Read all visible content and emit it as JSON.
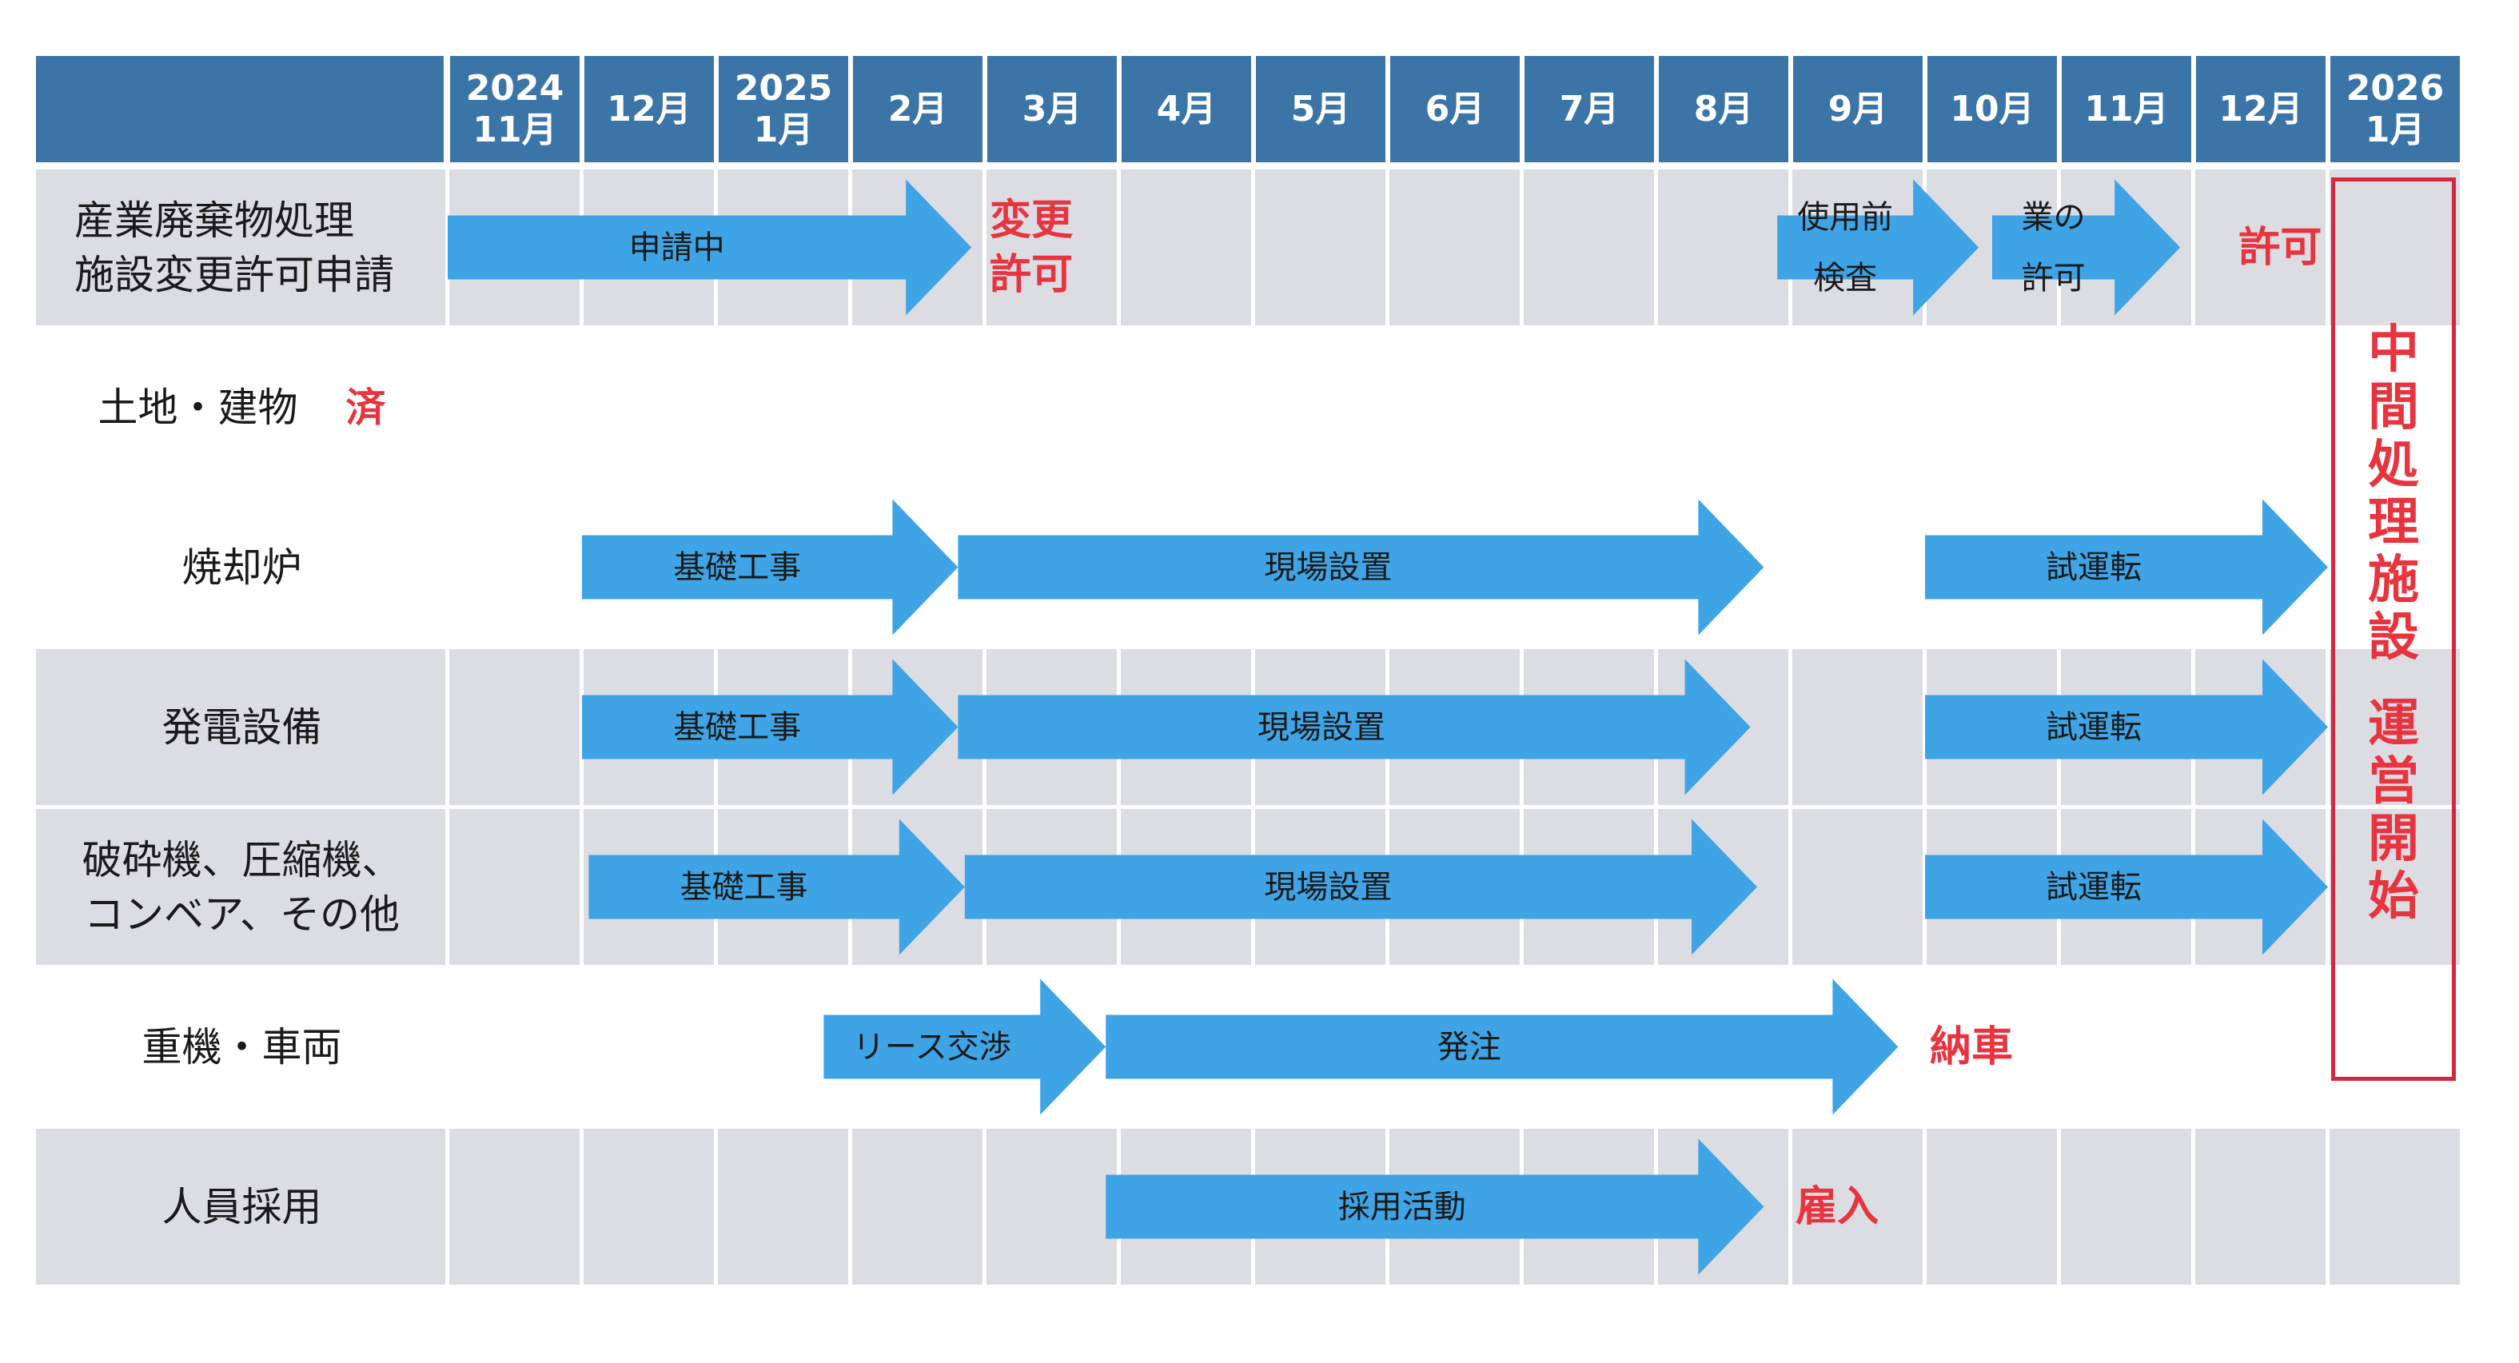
{
  "colors": {
    "header": "#3b75a8",
    "row_gray": "#dcdce3",
    "arrow": "#3ea4e5",
    "note_red": "#e8343e",
    "box_red": "#d7263d"
  },
  "header": {
    "months": [
      {
        "top": "2024",
        "bottom": "11月"
      },
      {
        "top": "",
        "bottom": "12月"
      },
      {
        "top": "2025",
        "bottom": "1月"
      },
      {
        "top": "",
        "bottom": "2月"
      },
      {
        "top": "",
        "bottom": "3月"
      },
      {
        "top": "",
        "bottom": "4月"
      },
      {
        "top": "",
        "bottom": "5月"
      },
      {
        "top": "",
        "bottom": "6月"
      },
      {
        "top": "",
        "bottom": "7月"
      },
      {
        "top": "",
        "bottom": "8月"
      },
      {
        "top": "",
        "bottom": "9月"
      },
      {
        "top": "",
        "bottom": "10月"
      },
      {
        "top": "",
        "bottom": "11月"
      },
      {
        "top": "",
        "bottom": "12月"
      },
      {
        "top": "2026",
        "bottom": "1月"
      }
    ]
  },
  "rows": [
    {
      "label_lines": [
        "産業廃棄物処理",
        "施設変更許可申請"
      ],
      "align": "left",
      "band": "gray",
      "done_mark": "",
      "tasks": [
        {
          "label_lines": [
            "申請中"
          ],
          "start": 0,
          "end": 3.9
        },
        {
          "label_lines": [
            "使用前",
            "検査"
          ],
          "start": 9.9,
          "end": 11.4
        },
        {
          "label_lines": [
            "業の",
            "許可"
          ],
          "start": 11.5,
          "end": 12.9
        }
      ],
      "notes": [
        {
          "lines": [
            "変更",
            "許可"
          ],
          "month": 4.0
        },
        {
          "lines": [
            "許可"
          ],
          "month": 13.3
        }
      ]
    },
    {
      "label_lines": [
        "土地・建物"
      ],
      "align": "center",
      "band": "white",
      "done_mark": "済",
      "tasks": [],
      "notes": []
    },
    {
      "label_lines": [
        "焼却炉"
      ],
      "align": "center",
      "band": "white",
      "done_mark": "",
      "tasks": [
        {
          "label_lines": [
            "基礎工事"
          ],
          "start": 1.0,
          "end": 3.8
        },
        {
          "label_lines": [
            "現場設置"
          ],
          "start": 3.8,
          "end": 9.8
        },
        {
          "label_lines": [
            "試運転"
          ],
          "start": 11.0,
          "end": 14.0
        }
      ],
      "notes": []
    },
    {
      "label_lines": [
        "発電設備"
      ],
      "align": "center",
      "band": "gray",
      "done_mark": "",
      "tasks": [
        {
          "label_lines": [
            "基礎工事"
          ],
          "start": 1.0,
          "end": 3.8
        },
        {
          "label_lines": [
            "現場設置"
          ],
          "start": 3.8,
          "end": 9.7
        },
        {
          "label_lines": [
            "試運転"
          ],
          "start": 11.0,
          "end": 14.0
        }
      ],
      "notes": []
    },
    {
      "label_lines": [
        "破砕機、圧縮機、",
        "コンベア、その他"
      ],
      "align": "center",
      "band": "gray",
      "done_mark": "",
      "tasks": [
        {
          "label_lines": [
            "基礎工事"
          ],
          "start": 1.05,
          "end": 3.85
        },
        {
          "label_lines": [
            "現場設置"
          ],
          "start": 3.85,
          "end": 9.75
        },
        {
          "label_lines": [
            "試運転"
          ],
          "start": 11.0,
          "end": 14.0
        }
      ],
      "notes": []
    },
    {
      "label_lines": [
        "重機・車両"
      ],
      "align": "center",
      "band": "white",
      "done_mark": "",
      "tasks": [
        {
          "label_lines": [
            "リース交渉"
          ],
          "start": 2.8,
          "end": 4.9
        },
        {
          "label_lines": [
            "発注"
          ],
          "start": 4.9,
          "end": 10.8
        }
      ],
      "notes": [
        {
          "lines": [
            "納車"
          ],
          "month": 11.0
        }
      ]
    },
    {
      "label_lines": [
        "人員採用"
      ],
      "align": "center",
      "band": "gray",
      "done_mark": "",
      "tasks": [
        {
          "label_lines": [
            "採用活動"
          ],
          "start": 4.9,
          "end": 9.8
        }
      ],
      "notes": [
        {
          "lines": [
            "雇入"
          ],
          "month": 10.0
        }
      ]
    }
  ],
  "operation_start": {
    "lines": [
      "中",
      "間",
      "処",
      "理",
      "施",
      "設",
      "",
      "運",
      "営",
      "開",
      "始"
    ]
  }
}
